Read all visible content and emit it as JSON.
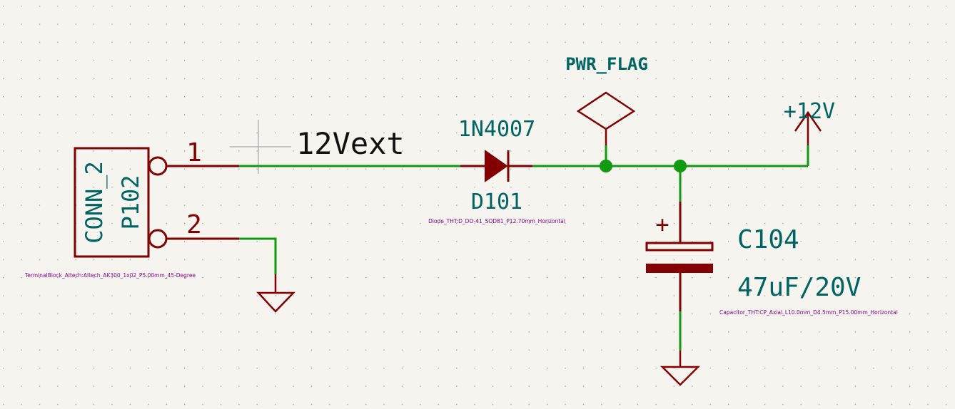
{
  "schematic": {
    "connector": {
      "value": "CONN_2",
      "reference": "P102",
      "pin1": "1",
      "pin2": "2",
      "footprint": "TerminalBlock_Altech:Altech_AK300_1x02_P5.00mm_45-Degree"
    },
    "net_label": "12Vext",
    "diode": {
      "value": "1N4007",
      "reference": "D101",
      "footprint": "Diode_THT:D_DO-41_SOD81_P12.70mm_Horizontal"
    },
    "power_flag": "PWR_FLAG",
    "power_rail": "+12V",
    "capacitor": {
      "reference": "C104",
      "value": "47uF/20V",
      "polarity": "+",
      "footprint": "Capacitor_THT:CP_Axial_L10.0mm_D4.5mm_P15.00mm_Horizontal"
    },
    "colors": {
      "background": "#f5f4ef",
      "wire": "#0f9a0f",
      "component": "#840000",
      "label": "#006464",
      "footprint": "#840084"
    }
  }
}
